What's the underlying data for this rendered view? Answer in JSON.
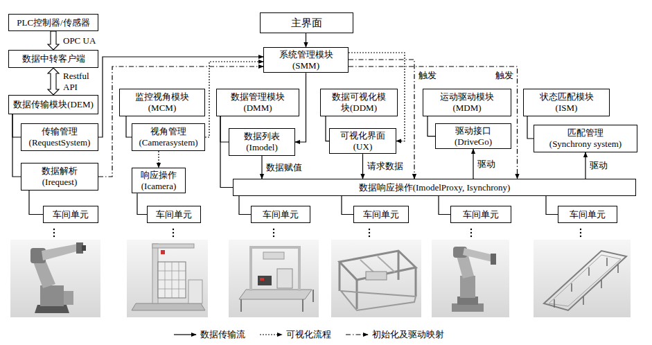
{
  "diagram": {
    "nodes": [
      {
        "text": [
          "PLC控制器/传感器"
        ]
      },
      {
        "text": [
          "数据中转客户端"
        ]
      },
      {
        "text": [
          "数据传输模块(DEM)"
        ]
      },
      {
        "text": [
          "传输管理 (RequestSystem)"
        ]
      },
      {
        "text": [
          "数据解析 (Irequest)"
        ]
      },
      {
        "text": [
          "车间单元"
        ]
      },
      {
        "text": [
          "主界面"
        ]
      },
      {
        "text": [
          "系统管理模块 (SMM)"
        ]
      },
      {
        "text": [
          "监控视角模块 (MCM)"
        ]
      },
      {
        "text": [
          "视角管理 (Camerasystem)"
        ]
      },
      {
        "text": [
          "响应操作 (Icamera)"
        ]
      },
      {
        "text": [
          "车间单元"
        ]
      },
      {
        "text": [
          "数据管理模块 (DMM)"
        ]
      },
      {
        "text": [
          "数据列表 (Imodel)"
        ]
      },
      {
        "text": [
          "数据可视化模块(DDM)"
        ]
      },
      {
        "text": [
          "可视化界面 (UX)"
        ]
      },
      {
        "text": [
          "运动驱动模块 (MDM)"
        ]
      },
      {
        "text": [
          "驱动接口 (DriveGo)"
        ]
      },
      {
        "text": [
          "状态匹配模块 (ISM)"
        ]
      },
      {
        "text": [
          "匹配管理 (Synchrony system)"
        ]
      },
      {
        "text": [
          "数据响应操作(ImodelProxy, Isynchrony)"
        ]
      },
      {
        "text": [
          "车间单元"
        ]
      },
      {
        "text": [
          "车间单元"
        ]
      },
      {
        "text": [
          "车间单元"
        ]
      },
      {
        "text": [
          "车间单元"
        ]
      }
    ],
    "edges": [
      {
        "from": 0,
        "to": 1,
        "arrow": "to",
        "label": "OPC UA"
      },
      {
        "from": 1,
        "to": 2,
        "arrow": "both",
        "label": "Restful API"
      },
      {
        "from": 2,
        "to": 3,
        "arrow": "none"
      },
      {
        "from": 2,
        "to": 4,
        "arrow": "none"
      },
      {
        "from": 3,
        "to": 7,
        "arrow": "to"
      },
      {
        "from": 4,
        "to": 7,
        "arrow": "to"
      },
      {
        "from": 4,
        "to": 5,
        "arrow": "none"
      },
      {
        "from": 6,
        "to": 7,
        "arrow": "to"
      },
      {
        "from": 8,
        "to": 9,
        "arrow": "none"
      },
      {
        "from": 9,
        "to": 7,
        "arrow": "to"
      },
      {
        "from": 9,
        "to": 10,
        "arrow": "to"
      },
      {
        "from": 10,
        "to": 11,
        "arrow": "none"
      },
      {
        "from": 7,
        "to": 13,
        "arrow": "to"
      },
      {
        "from": 7,
        "to": 15,
        "arrow": "to"
      },
      {
        "from": 7,
        "to": 20,
        "arrow": "to",
        "label": "触发"
      },
      {
        "from": 7,
        "to": 20,
        "arrow": "to",
        "label": "触发"
      },
      {
        "from": 12,
        "to": 13,
        "arrow": "none"
      },
      {
        "from": 12,
        "to": 20,
        "arrow": "none"
      },
      {
        "from": 13,
        "to": 20,
        "arrow": "to",
        "label": "数据赋值"
      },
      {
        "from": 14,
        "to": 15,
        "arrow": "none"
      },
      {
        "from": 15,
        "to": 20,
        "arrow": "to",
        "label": "请求数据"
      },
      {
        "from": 16,
        "to": 17,
        "arrow": "none"
      },
      {
        "from": 20,
        "to": 17,
        "arrow": "to",
        "label": "驱动"
      },
      {
        "from": 18,
        "to": 19,
        "arrow": "none"
      },
      {
        "from": 20,
        "to": 19,
        "arrow": "to",
        "label": "驱动"
      },
      {
        "from": 20,
        "to": 21,
        "arrow": "none"
      },
      {
        "from": 20,
        "to": 22,
        "arrow": "none"
      },
      {
        "from": 20,
        "to": 23,
        "arrow": "none"
      },
      {
        "from": 20,
        "to": 24,
        "arrow": "none"
      }
    ],
    "legend": [
      {
        "text": "数据传输流"
      },
      {
        "text": "可视化流程"
      },
      {
        "text": "初始化及驱动映射"
      }
    ]
  }
}
